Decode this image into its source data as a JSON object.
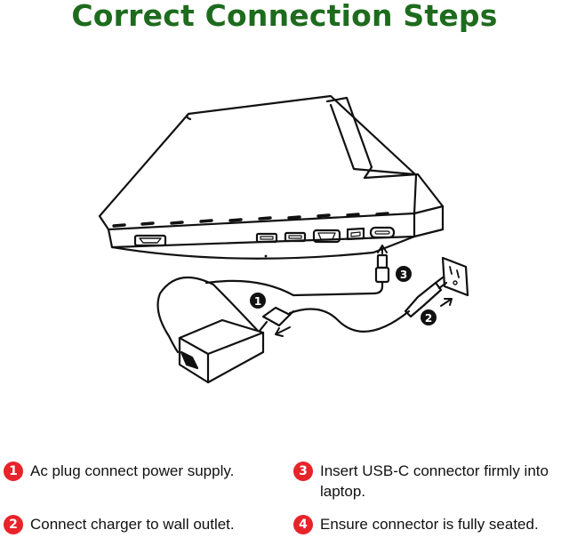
{
  "title": "Correct Connection Steps",
  "colors": {
    "title": "#1e6b1e",
    "badge": "#e8232a",
    "line": "#111111",
    "callout": "#111111"
  },
  "callouts": [
    "1",
    "2",
    "3"
  ],
  "steps": [
    {
      "number": "1",
      "text": "Ac plug connect power supply."
    },
    {
      "number": "2",
      "text": "Connect charger to wall outlet."
    },
    {
      "number": "3",
      "text": "Insert USB-C connector firmly into laptop."
    },
    {
      "number": "4",
      "text": "Ensure connector is fully seated."
    }
  ],
  "icons": {
    "laptop": "laptop-icon",
    "adapter": "power-adapter-icon",
    "outlet": "wall-outlet-icon",
    "ports": [
      "hdmi-port-icon",
      "usb-a-port-icon",
      "usb-a-port-icon",
      "vga-port-icon",
      "ethernet-port-icon",
      "usb-c-port-icon"
    ]
  }
}
